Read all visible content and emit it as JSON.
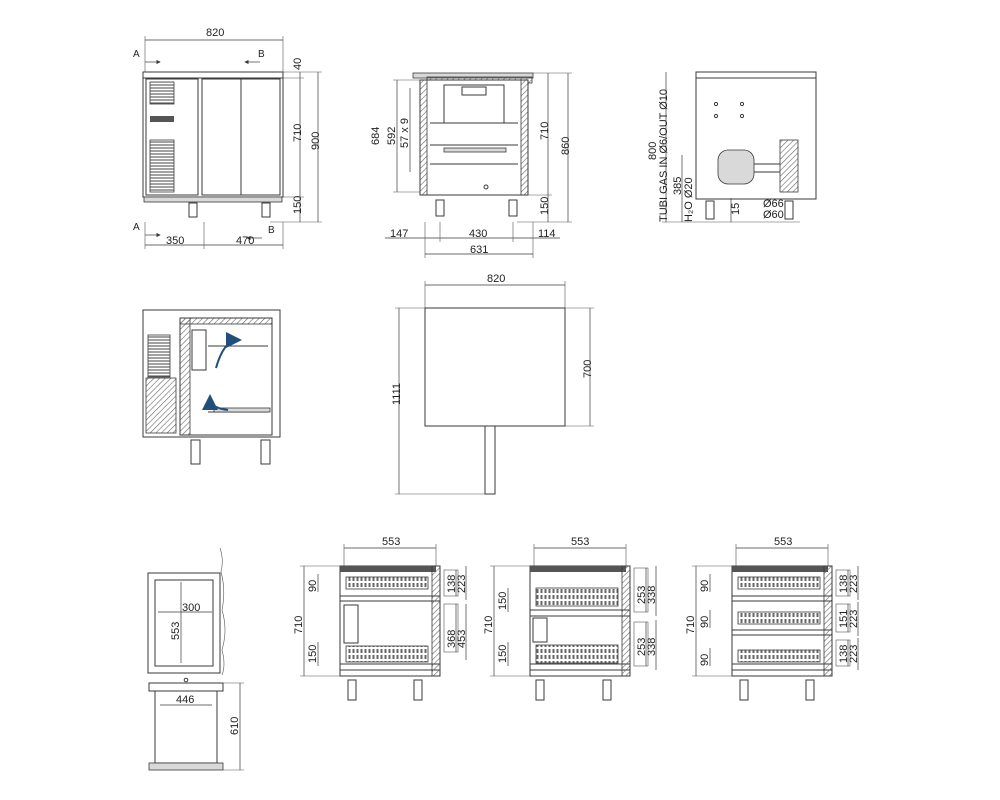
{
  "colors": {
    "line": "#3a3a3a",
    "airflow_arrow": "#1f4f7a",
    "background": "#ffffff"
  },
  "front_view": {
    "width": "820",
    "section_a": "A",
    "section_b": "B",
    "top": "40",
    "body": "710",
    "total": "900",
    "legs": "150",
    "unit_width": "350",
    "door_width": "470"
  },
  "side_view": {
    "inner": "684",
    "cabinet": "592",
    "grid": "57 x 9",
    "body": "710",
    "total": "860",
    "legs": "150",
    "front_offset": "147",
    "depth_inner": "430",
    "rear_offset": "114",
    "depth_total": "631"
  },
  "rear_view": {
    "pipes": "TUBI GAS IN Ø6/OUT Ø10",
    "height": "800",
    "drain": "H₂O Ø20",
    "drain_height": "385",
    "low": "15",
    "hole_1": "Ø66",
    "hole_2": "Ø60"
  },
  "plan_view": {
    "width": "820",
    "depth": "700",
    "door_open": "1111"
  },
  "detail_view": {
    "frame_width": "300",
    "frame_height": "553",
    "base_width": "446",
    "base_height": "610"
  },
  "drawer_config_1": {
    "width": "553",
    "body": "710",
    "top_drawer": "90",
    "bottom_drawer": "150",
    "d1a": "138",
    "d1b": "223",
    "d2a": "368",
    "d2b": "453"
  },
  "drawer_config_2": {
    "width": "553",
    "body": "710",
    "top_drawer": "150",
    "bottom_drawer": "150",
    "d1a": "253",
    "d1b": "338",
    "d2a": "253",
    "d2b": "338"
  },
  "drawer_config_3": {
    "width": "553",
    "body": "710",
    "drawer_1": "90",
    "drawer_2": "90",
    "drawer_3": "90",
    "d1a": "138",
    "d1b": "223",
    "d2a": "151",
    "d2b": "223",
    "d3a": "138",
    "d3b": "223"
  }
}
